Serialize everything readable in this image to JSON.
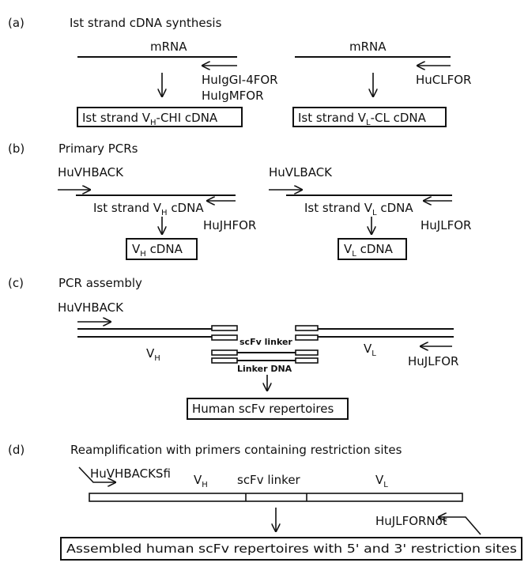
{
  "sections": {
    "a": {
      "tag": "(a)",
      "title": "Ist strand cDNA synthesis",
      "left": {
        "mrna": "mRNA",
        "primer1": "HuIgGI-4FOR",
        "primer2": "HuIgMFOR",
        "box_main": "Ist strand V",
        "box_sub": "H",
        "box_rest": "-CHI cDNA"
      },
      "right": {
        "mrna": "mRNA",
        "primer": "HuCLFOR",
        "box_main": "Ist strand V",
        "box_sub": "L",
        "box_rest": "-CL cDNA"
      }
    },
    "b": {
      "tag": "(b)",
      "title": "Primary PCRs",
      "left": {
        "back": "HuVHBACK",
        "strand_main": "Ist strand V",
        "strand_sub": "H",
        "strand_rest": " cDNA",
        "for": "HuJHFOR",
        "box_main": "V",
        "box_sub": "H",
        "box_rest": " cDNA"
      },
      "right": {
        "back": "HuVLBACK",
        "strand_main": "Ist strand V",
        "strand_sub": "L",
        "strand_rest": " cDNA",
        "for": "HuJLFOR",
        "box_main": "V",
        "box_sub": "L",
        "box_rest": " cDNA"
      }
    },
    "c": {
      "tag": "(c)",
      "title": "PCR assembly",
      "back": "HuVHBACK",
      "vh_main": "V",
      "vh_sub": "H",
      "vl_main": "V",
      "vl_sub": "L",
      "linker": "scFv linker",
      "linker_dna": "Linker DNA",
      "for": "HuJLFOR",
      "box": "Human scFv repertoires"
    },
    "d": {
      "tag": "(d)",
      "title": "Reamplification with primers containing restriction sites",
      "back": "HuVHBACKSfi",
      "vh_main": "V",
      "vh_sub": "H",
      "linker": "scFv linker",
      "vl_main": "V",
      "vl_sub": "L",
      "for": "HuJLFORNot",
      "box": "Assembled human scFv repertoires with 5' and 3' restriction sites"
    }
  }
}
